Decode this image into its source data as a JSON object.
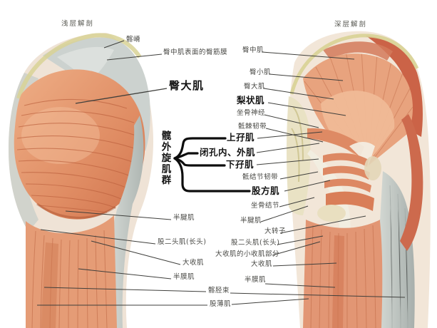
{
  "figure_titles": {
    "superficial": "浅层解剖",
    "deep": "深层解剖"
  },
  "labels": {
    "superficial_view": {
      "iliac_crest": "髂嵴",
      "gluteal_fascia_over_medius": "臀中肌表面的臀筋膜",
      "gluteus_maximus": "臀大肌",
      "semitendinosus": "半腱肌",
      "biceps_femoris_long_head": "股二头肌(长头)",
      "adductor_magnus": "大收肌",
      "semimembranosus": "半膜肌",
      "iliotibial_tract": "髂胫束",
      "gracilis": "股薄肌"
    },
    "external_rotator_group": {
      "group_name": "髋外旋肌群",
      "gemellus_superior": "上孖肌",
      "obturator_internus_externus": "闭孔内、外肌",
      "gemellus_inferior": "下孖肌",
      "quadratus_femoris": "股方肌"
    },
    "deep_view": {
      "gluteus_medius": "臀中肌",
      "gluteus_minimus": "臀小肌",
      "gluteus_maximus": "臀大肌",
      "piriformis": "梨状肌",
      "sciatic_nerve": "坐骨神经",
      "sacrospinous_ligament": "骶棘韧带",
      "sacrotuberous_ligament": "骶结节韧带",
      "ischial_tuberosity": "坐骨结节",
      "semitendinosus": "半腱肌",
      "greater_trochanter": "大转子",
      "biceps_femoris_long_head": "股二头肌(长头)",
      "adductor_minimus_part": "大收肌的小收肌部分",
      "adductor_magnus": "大收肌",
      "semimembranosus": "半膜肌"
    }
  },
  "colors": {
    "muscle": "#e29273",
    "muscle_striation": "#bb5f3c",
    "deep_red": "#cb6347",
    "bone": "#e9dfc0",
    "crest_yellow": "#d8d295",
    "fascia_gray": "#c6ccc8",
    "tendon_white": "#f1eee2",
    "leader_line": "#3f3f3c",
    "label_text": "#4a4a46",
    "bold_text": "#121212"
  }
}
